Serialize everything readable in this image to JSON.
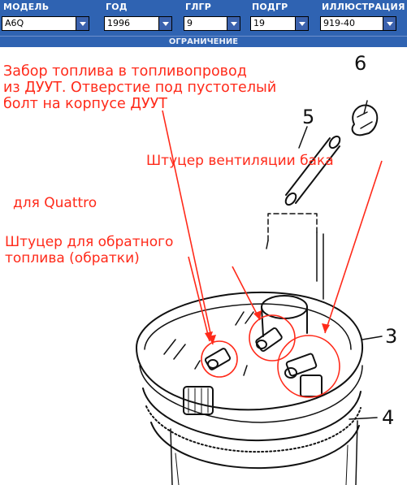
{
  "header": {
    "model": {
      "label": "МОДЕЛЬ",
      "value": "A6Q"
    },
    "year": {
      "label": "ГОД",
      "value": "1996"
    },
    "group": {
      "label": "ГЛГР",
      "value": "9"
    },
    "subgroup": {
      "label": "ПОДГР",
      "value": "19"
    },
    "illustration": {
      "label": "ИЛЛЮСТРАЦИЯ",
      "value": "919-40"
    }
  },
  "subheader": {
    "title": "ОГРАНИЧЕНИЕ"
  },
  "diagram": {
    "annotations": {
      "intake": "Забор топлива в топливопровод\nиз ДУУТ. Отверстие под пустотелый\nболт на корпусе ДУУТ",
      "vent": "Штуцер вентиляции бака",
      "quattro": "для Quattro",
      "return": "Штуцер для обратного\nтоплива (обратки)"
    },
    "part_numbers": {
      "n3": "3",
      "n4": "4",
      "n5": "5",
      "n6": "6"
    },
    "colors": {
      "annotation": "#ff2a1a",
      "header": "#2f63b2"
    }
  }
}
